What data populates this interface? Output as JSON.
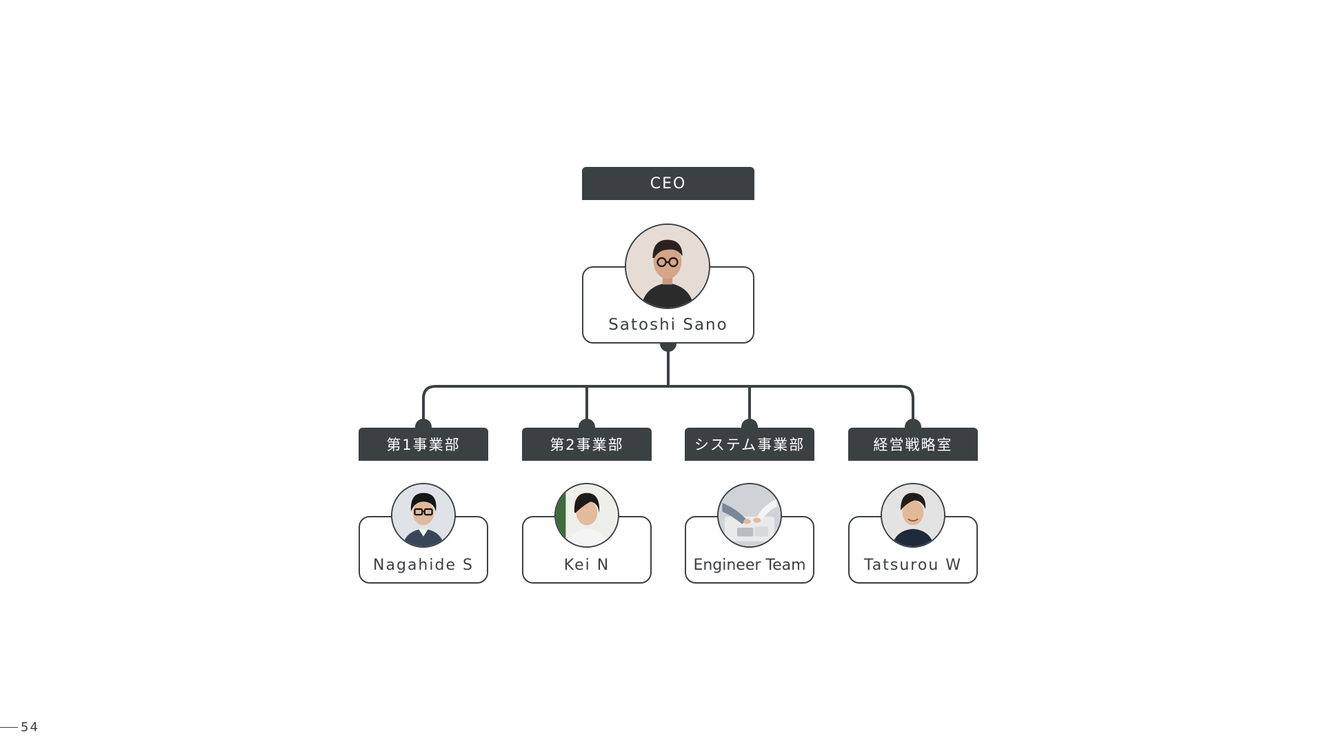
{
  "ceo": {
    "role_label": "CEO",
    "name": "Satoshi Sano",
    "avatar_icon": "person-photo-icon"
  },
  "departments": [
    {
      "label": "第1事業部",
      "member": "Nagahide S",
      "avatar_icon": "person-photo-icon"
    },
    {
      "label": "第2事業部",
      "member": "Kei N",
      "avatar_icon": "person-photo-icon"
    },
    {
      "label": "システム事業部",
      "member": "Engineer Team",
      "avatar_icon": "team-photo-icon"
    },
    {
      "label": "経営戦略室",
      "member": "Tatsurou W",
      "avatar_icon": "person-photo-icon"
    }
  ],
  "page": {
    "number": "54"
  },
  "colors": {
    "primary": "#3b4043",
    "background": "#ffffff"
  }
}
